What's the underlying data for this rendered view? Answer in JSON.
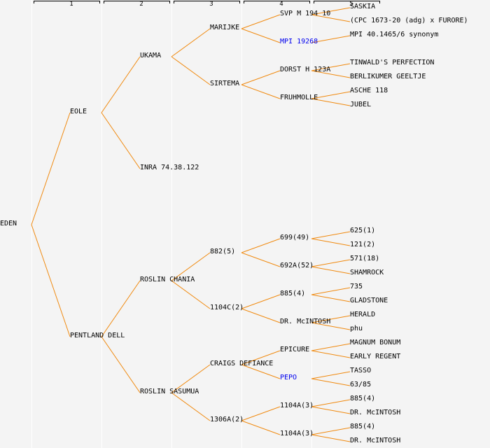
{
  "colors": {
    "line": "#f08a10",
    "link": "#0000ee",
    "text": "#000000",
    "background": "#f4f4f4"
  },
  "generations": [
    "1",
    "2",
    "3",
    "4",
    "5"
  ],
  "pedigree": {
    "name": "EDEN",
    "children": [
      {
        "name": "EOLE",
        "children": [
          {
            "name": "UKAMA",
            "children": [
              {
                "name": "MARIJKE",
                "children": [
                  {
                    "name": "SVP M 194 10",
                    "children": [
                      {
                        "name": "SASKIA"
                      },
                      {
                        "name": "(CPC 1673-20 (adg) x FURORE)"
                      }
                    ]
                  },
                  {
                    "name": "MPI 19268",
                    "link": true,
                    "children": [
                      {
                        "name": "MPI 40.1465/6 synonym"
                      }
                    ]
                  }
                ]
              },
              {
                "name": "SIRTEMA",
                "children": [
                  {
                    "name": "DORST H 123A",
                    "children": [
                      {
                        "name": "TINWALD'S PERFECTION"
                      },
                      {
                        "name": "BERLIKUMER GEELTJE"
                      }
                    ]
                  },
                  {
                    "name": "FRUHMOLLE",
                    "children": [
                      {
                        "name": "ASCHE 118"
                      },
                      {
                        "name": "JUBEL"
                      }
                    ]
                  }
                ]
              }
            ]
          },
          {
            "name": "INRA 74.38.122"
          }
        ]
      },
      {
        "name": "PENTLAND DELL",
        "children": [
          {
            "name": "ROSLIN CHANIA",
            "children": [
              {
                "name": "882(5)",
                "children": [
                  {
                    "name": "699(49)",
                    "children": [
                      {
                        "name": "625(1)"
                      },
                      {
                        "name": "121(2)"
                      }
                    ]
                  },
                  {
                    "name": "692A(52)",
                    "children": [
                      {
                        "name": "571(18)"
                      },
                      {
                        "name": "SHAMROCK"
                      }
                    ]
                  }
                ]
              },
              {
                "name": "1104C(2)",
                "children": [
                  {
                    "name": "885(4)",
                    "children": [
                      {
                        "name": "735"
                      },
                      {
                        "name": "GLADSTONE"
                      }
                    ]
                  },
                  {
                    "name": "DR. McINTOSH",
                    "children": [
                      {
                        "name": "HERALD"
                      },
                      {
                        "name": "phu"
                      }
                    ]
                  }
                ]
              }
            ]
          },
          {
            "name": "ROSLIN SASUMUA",
            "children": [
              {
                "name": "CRAIGS DEFIANCE",
                "children": [
                  {
                    "name": "EPICURE",
                    "children": [
                      {
                        "name": "MAGNUM BONUM"
                      },
                      {
                        "name": "EARLY REGENT"
                      }
                    ]
                  },
                  {
                    "name": "PEPO",
                    "link": true,
                    "children": [
                      {
                        "name": "TASSO"
                      },
                      {
                        "name": "63/85"
                      }
                    ]
                  }
                ]
              },
              {
                "name": "1306A(2)",
                "children": [
                  {
                    "name": "1104A(3)",
                    "children": [
                      {
                        "name": "885(4)"
                      },
                      {
                        "name": "DR. McINTOSH"
                      }
                    ]
                  },
                  {
                    "name": "1104A(3)",
                    "children": [
                      {
                        "name": "885(4)"
                      },
                      {
                        "name": "DR. McINTOSH"
                      }
                    ]
                  }
                ]
              }
            ]
          }
        ]
      }
    ]
  }
}
